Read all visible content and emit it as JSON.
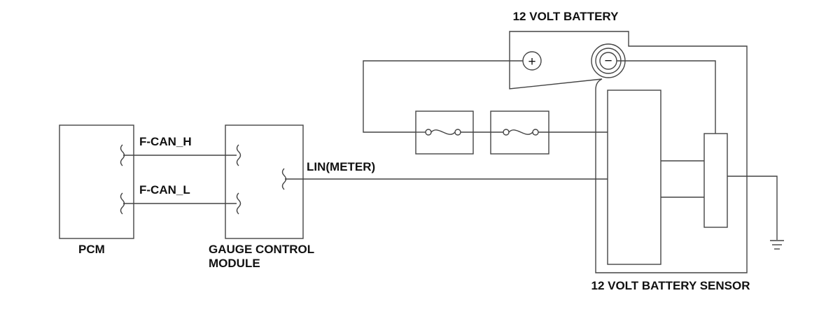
{
  "diagram": {
    "labels": {
      "battery": "12 VOLT BATTERY",
      "pcm": "PCM",
      "gcm_line1": "GAUGE CONTROL",
      "gcm_line2": "MODULE",
      "can_h": "F-CAN_H",
      "can_l": "F-CAN_L",
      "lin": "LIN(METER)",
      "sensor": "12 VOLT BATTERY SENSOR",
      "plus": "+",
      "minus": "−"
    },
    "colors": {
      "line": "#444444",
      "text": "#111111",
      "background": "#ffffff"
    }
  }
}
